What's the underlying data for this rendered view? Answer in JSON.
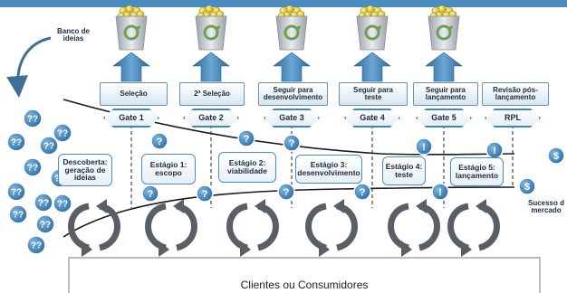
{
  "idea_bank": "Banco de\nideias",
  "decisions": [
    "Seleção",
    "2ª Seleção",
    "Seguir para\ndesenvolvimento",
    "Seguir para\nteste",
    "Seguir para\nlançamento",
    "Revisão pós-\nlançamento"
  ],
  "gates": [
    "Gate 1",
    "Gate 2",
    "Gate 3",
    "Gate 4",
    "Gate 5",
    "RPL"
  ],
  "stages": [
    "Descoberta:\ngeração de\nideias",
    "Estágio 1:\nescopo",
    "Estágio 2:\nviabilidade",
    "Estágio 3:\ndesenvolvimento",
    "Estágio 4:\nteste",
    "Estágio 5:\nlançamento"
  ],
  "success": "Sucesso d\nmercado",
  "customers": "Clientes ou Consumidores",
  "bubble_question": "??",
  "marker_question": "?",
  "marker_exclaim": "!",
  "marker_dollar": "$",
  "colors": {
    "accent": "#4a8cc0",
    "bubble": "#3f86bd",
    "bin": "#c7ccd2",
    "recycle": "#6f9e54",
    "coin": "#e6cf2d"
  }
}
